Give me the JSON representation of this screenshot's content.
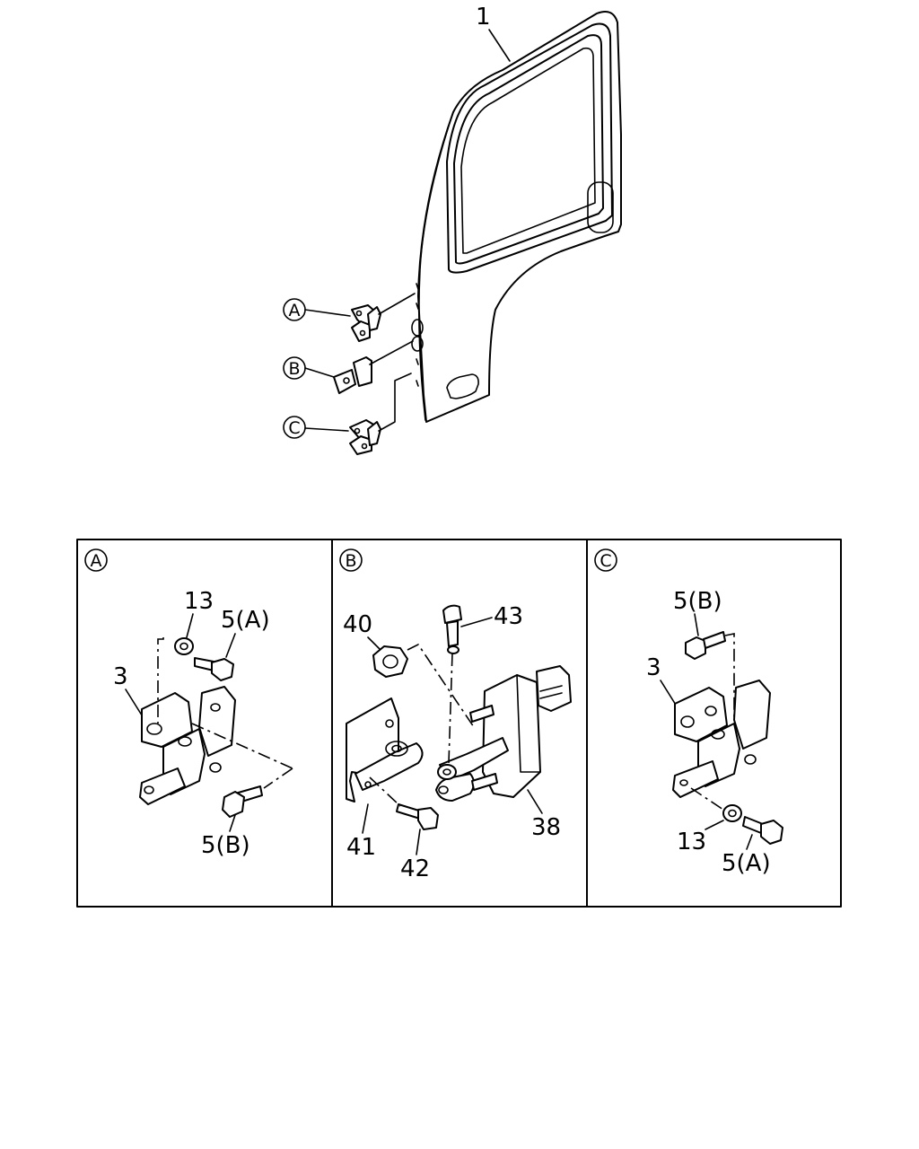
{
  "labels": {
    "main": {
      "door": "1",
      "callout_a": "A",
      "callout_b": "B",
      "callout_c": "C"
    },
    "panel_a": {
      "header": "A",
      "hinge": "3",
      "washer": "13",
      "bolt_top": "5(A)",
      "bolt_bottom": "5(B)"
    },
    "panel_b": {
      "header": "B",
      "nut": "40",
      "pin": "43",
      "bracket": "41",
      "bolt": "42",
      "checker": "38"
    },
    "panel_c": {
      "header": "C",
      "hinge": "3",
      "bolt_top": "5(B)",
      "washer": "13",
      "bolt_bottom": "5(A)"
    }
  }
}
